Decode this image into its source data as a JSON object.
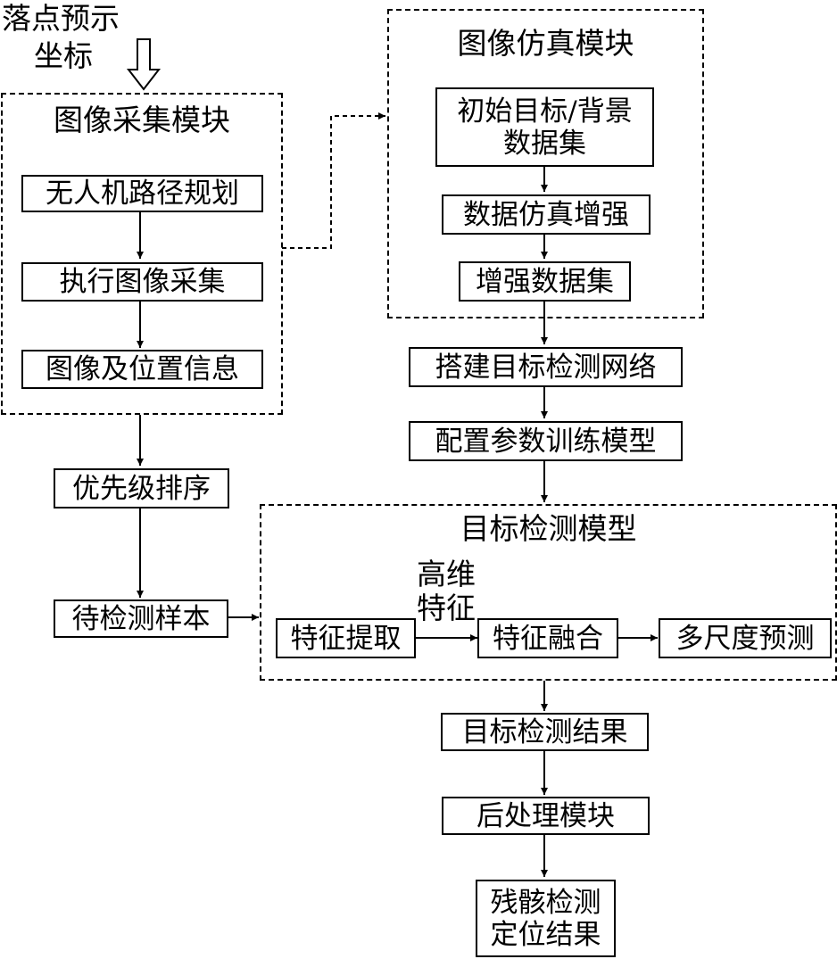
{
  "input_label": {
    "line1": "落点预示",
    "line2": "坐标"
  },
  "capture_module": {
    "title": "图像采集模块",
    "steps": [
      "无人机路径规划",
      "执行图像采集",
      "图像及位置信息"
    ]
  },
  "simulation_module": {
    "title": "图像仿真模块",
    "dataset": {
      "line1": "初始目标/背景",
      "line2": "数据集"
    },
    "augment": "数据仿真增强",
    "augmented_dataset": "增强数据集"
  },
  "network": {
    "build": "搭建目标检测网络",
    "train": "配置参数训练模型"
  },
  "priority": "优先级排序",
  "samples": "待检测样本",
  "detection_model": {
    "title": "目标检测模型",
    "feature_extraction": "特征提取",
    "feature_label": {
      "line1": "高维",
      "line2": "特征"
    },
    "feature_fusion": "特征融合",
    "multiscale": "多尺度预测"
  },
  "result": "目标检测结果",
  "postprocess": "后处理模块",
  "final": {
    "line1": "残骸检测",
    "line2": "定位结果"
  }
}
